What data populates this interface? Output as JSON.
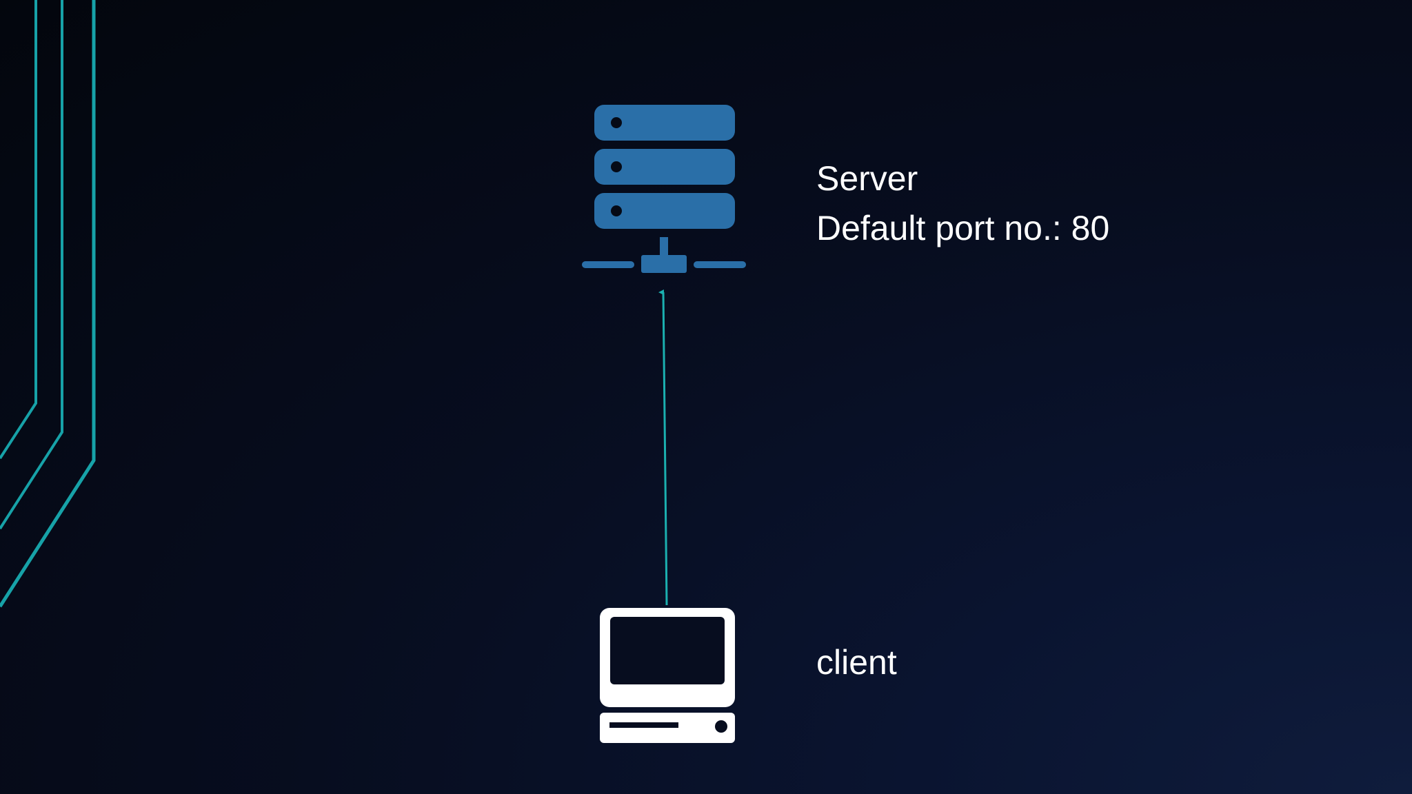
{
  "diagram": {
    "server": {
      "icon": "server-rack-icon",
      "title": "Server",
      "detail": "Default port no.: 80",
      "color": "#2a6fa8"
    },
    "client": {
      "icon": "desktop-computer-icon",
      "title": "client",
      "color": "#ffffff"
    },
    "connection": {
      "from": "client",
      "to": "server",
      "color": "#1bb0b0"
    },
    "accent_color": "#17a2a8",
    "background_color": "#070d1f"
  }
}
